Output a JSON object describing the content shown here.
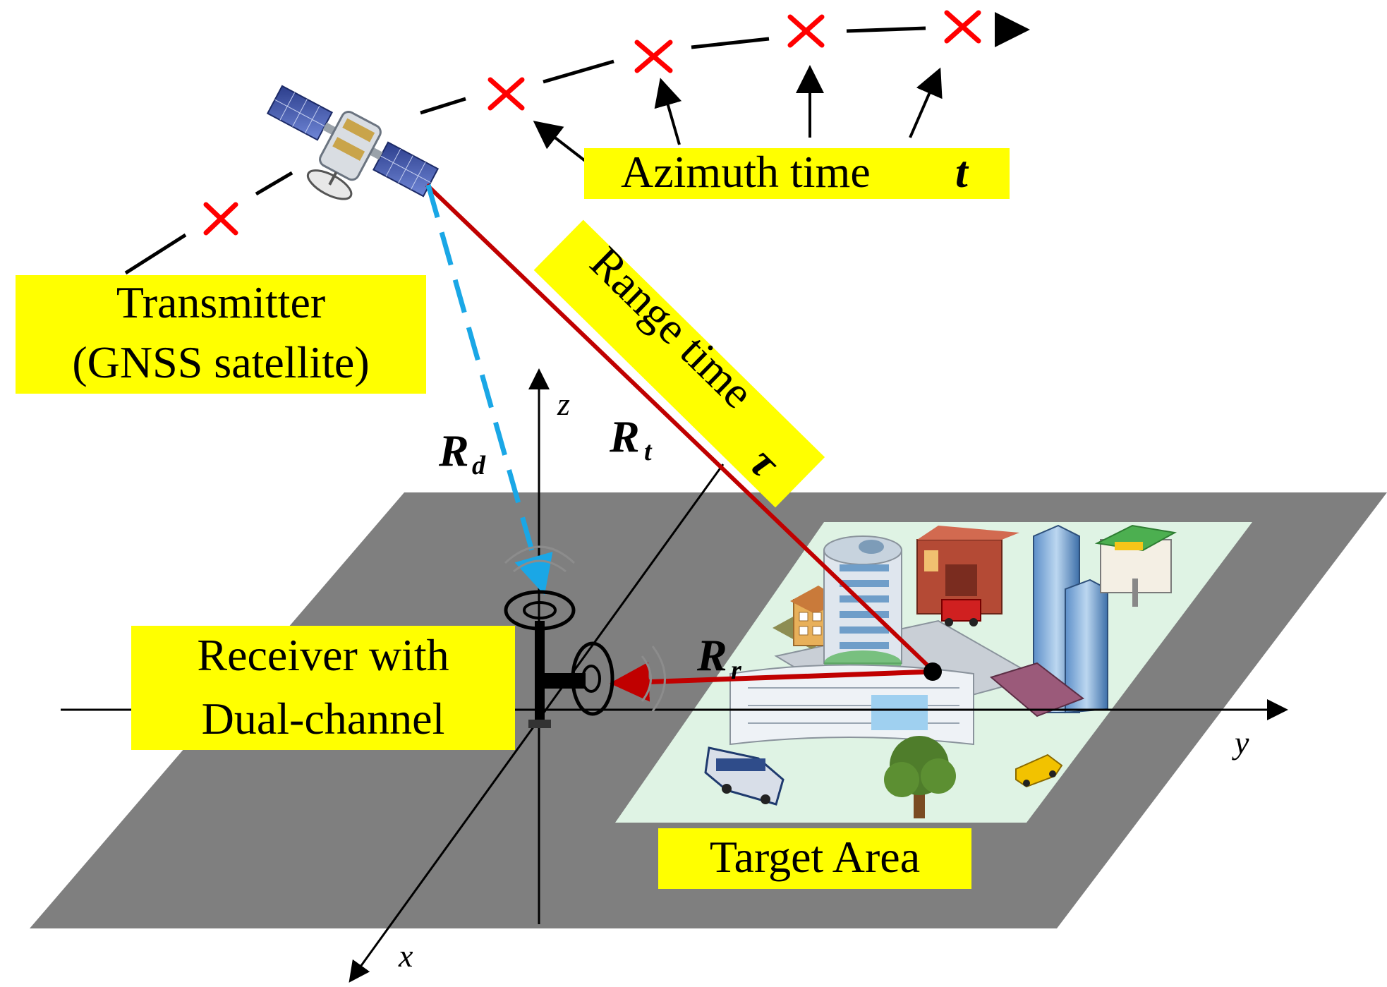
{
  "labels": {
    "azimuth": "Azimuth time",
    "azimuth_symbol": "t",
    "transmitter_line1": "Transmitter",
    "transmitter_line2": "(GNSS satellite)",
    "range": "Range time",
    "range_symbol": "τ",
    "receiver_line1": "Receiver with",
    "receiver_line2": "Dual-channel",
    "target": "Target Area"
  },
  "distances": {
    "direct_main": "R",
    "direct_sub": "d",
    "transmit_main": "R",
    "transmit_sub": "t",
    "receive_main": "R",
    "receive_sub": "r"
  },
  "axes": {
    "x": "x",
    "y": "y",
    "z": "z"
  },
  "colors": {
    "label_bg": "#ffff00",
    "ground": "#7f7f7f",
    "target_area": "#dff3e4",
    "signal_red": "#c00000",
    "direct_blue": "#1aa7e6",
    "marker_red": "#ff0000"
  },
  "icons": {
    "satellite": "satellite-icon",
    "receiver": "receiver-antenna-icon",
    "buildings": "city-buildings-icon"
  }
}
